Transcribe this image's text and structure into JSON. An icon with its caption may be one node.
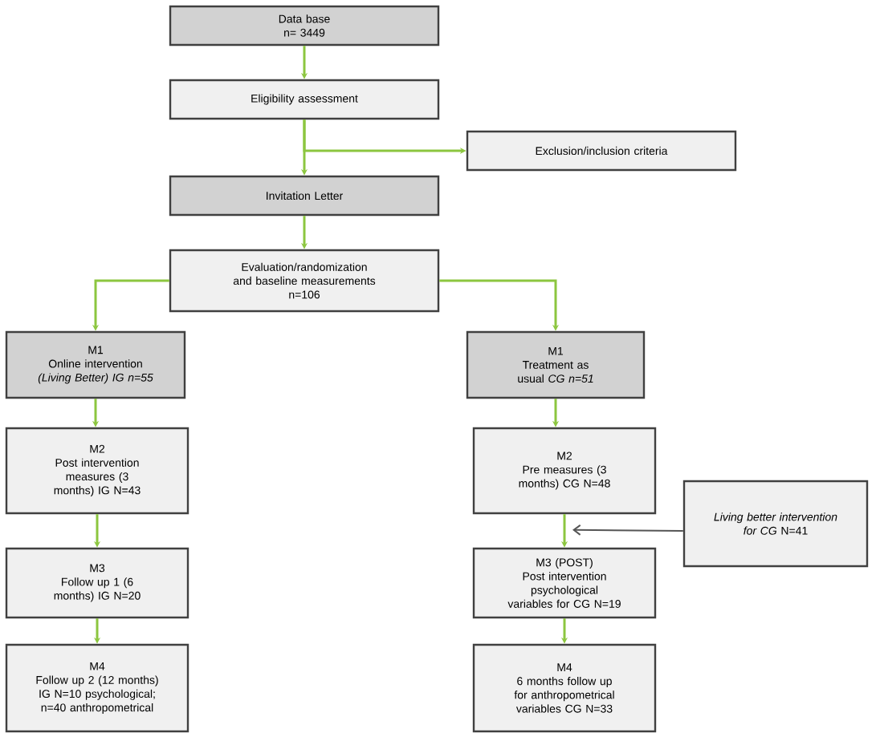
{
  "diagram": {
    "nodes": [
      {
        "text": [
          "Data base",
          "n= 3449"
        ]
      },
      {
        "text": [
          "Eligibility assessment"
        ]
      },
      {
        "text": [
          "Exclusion/inclusion  criteria"
        ]
      },
      {
        "text": [
          "Invitation Letter"
        ]
      },
      {
        "text": [
          "Evaluation/randomization and baseline measurements",
          "n=106"
        ]
      },
      {
        "text": [
          "M1",
          "Online intervention *(Living Better) IG n=55*"
        ]
      },
      {
        "text": [
          "M1",
          "Treatment as usual *CG n=51*"
        ]
      },
      {
        "text": [
          "M2",
          "Post intervention measures (3 months) IG N=43"
        ]
      },
      {
        "text": [
          "M3",
          "Follow up 1 (6 months) IG N=20"
        ]
      },
      {
        "text": [
          "M4",
          "Follow up 2 (12 months) IG N=10 psychological; n=40 anthropometrical"
        ]
      },
      {
        "text": [
          "M2",
          "Pre measures (3 months) CG N=48"
        ]
      },
      {
        "text": [
          "*Living better intervention for CG* N=41"
        ]
      },
      {
        "text": [
          "M3 (POST)",
          "Post intervention psychological variables for CG N=19"
        ]
      },
      {
        "text": [
          "M4",
          "6 months follow up for anthropometrical variables CG N=33"
        ]
      }
    ],
    "edges": [
      {
        "from": 0,
        "to": 1,
        "arrow": "to"
      },
      {
        "from": 1,
        "to": 3,
        "arrow": "to"
      },
      {
        "from": 1,
        "to": 2,
        "arrow": "to"
      },
      {
        "from": 3,
        "to": 4,
        "arrow": "to"
      },
      {
        "from": 4,
        "to": 5,
        "arrow": "to"
      },
      {
        "from": 4,
        "to": 6,
        "arrow": "to"
      },
      {
        "from": 5,
        "to": 7,
        "arrow": "to"
      },
      {
        "from": 7,
        "to": 8,
        "arrow": "to"
      },
      {
        "from": 8,
        "to": 9,
        "arrow": "to"
      },
      {
        "from": 6,
        "to": 10,
        "arrow": "to"
      },
      {
        "from": 10,
        "to": 12,
        "arrow": "to"
      },
      {
        "from": 12,
        "to": 13,
        "arrow": "to"
      },
      {
        "from": 11,
        "to": 12,
        "arrow": "to",
        "color": "#555555"
      }
    ]
  }
}
